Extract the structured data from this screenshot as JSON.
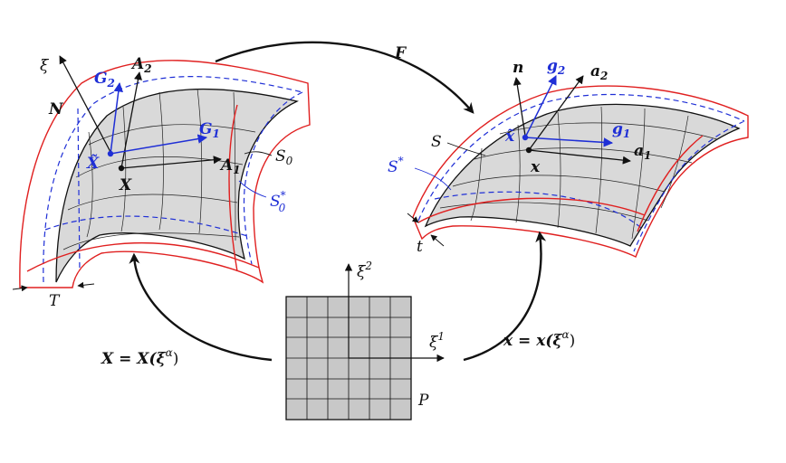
{
  "colors": {
    "ink": "#111111",
    "outline": "#e02020",
    "dashed": "#1f2fd6",
    "vector_blue": "#1f2fd6",
    "surface_fill": "#d9d9d9",
    "param_fill": "#c8c8c8"
  },
  "labels": {
    "map_F": "F",
    "xi_axis": "ξ",
    "N": "N",
    "G2": "G",
    "G2_sub": "2",
    "A2": "A",
    "A2_sub": "2",
    "G1": "G",
    "G1_sub": "1",
    "A1": "A",
    "A1_sub": "1",
    "X_tilde": "X̃",
    "X_point": "X",
    "S0": "S",
    "S0_sub": "0",
    "S0star": "S",
    "S0star_sub": "0",
    "S0star_sup": "*",
    "T": "T",
    "n": "n",
    "g2": "g",
    "g2_sub": "2",
    "a2": "a",
    "a2_sub": "2",
    "g1": "g",
    "g1_sub": "1",
    "a1": "a",
    "a1_sub": "1",
    "x_tilde": "x̃",
    "x_point": "x",
    "S": "S",
    "Sstar": "S",
    "Sstar_sup": "*",
    "t": "t",
    "xi1": "ξ",
    "xi1_sup": "1",
    "xi2": "ξ",
    "xi2_sup": "2",
    "P": "P",
    "map_X": "X = X(ξ",
    "map_X_sup": "α",
    "map_X_close": ")",
    "map_x": "x = x(ξ",
    "map_x_sup": "α",
    "map_x_close": ")"
  }
}
